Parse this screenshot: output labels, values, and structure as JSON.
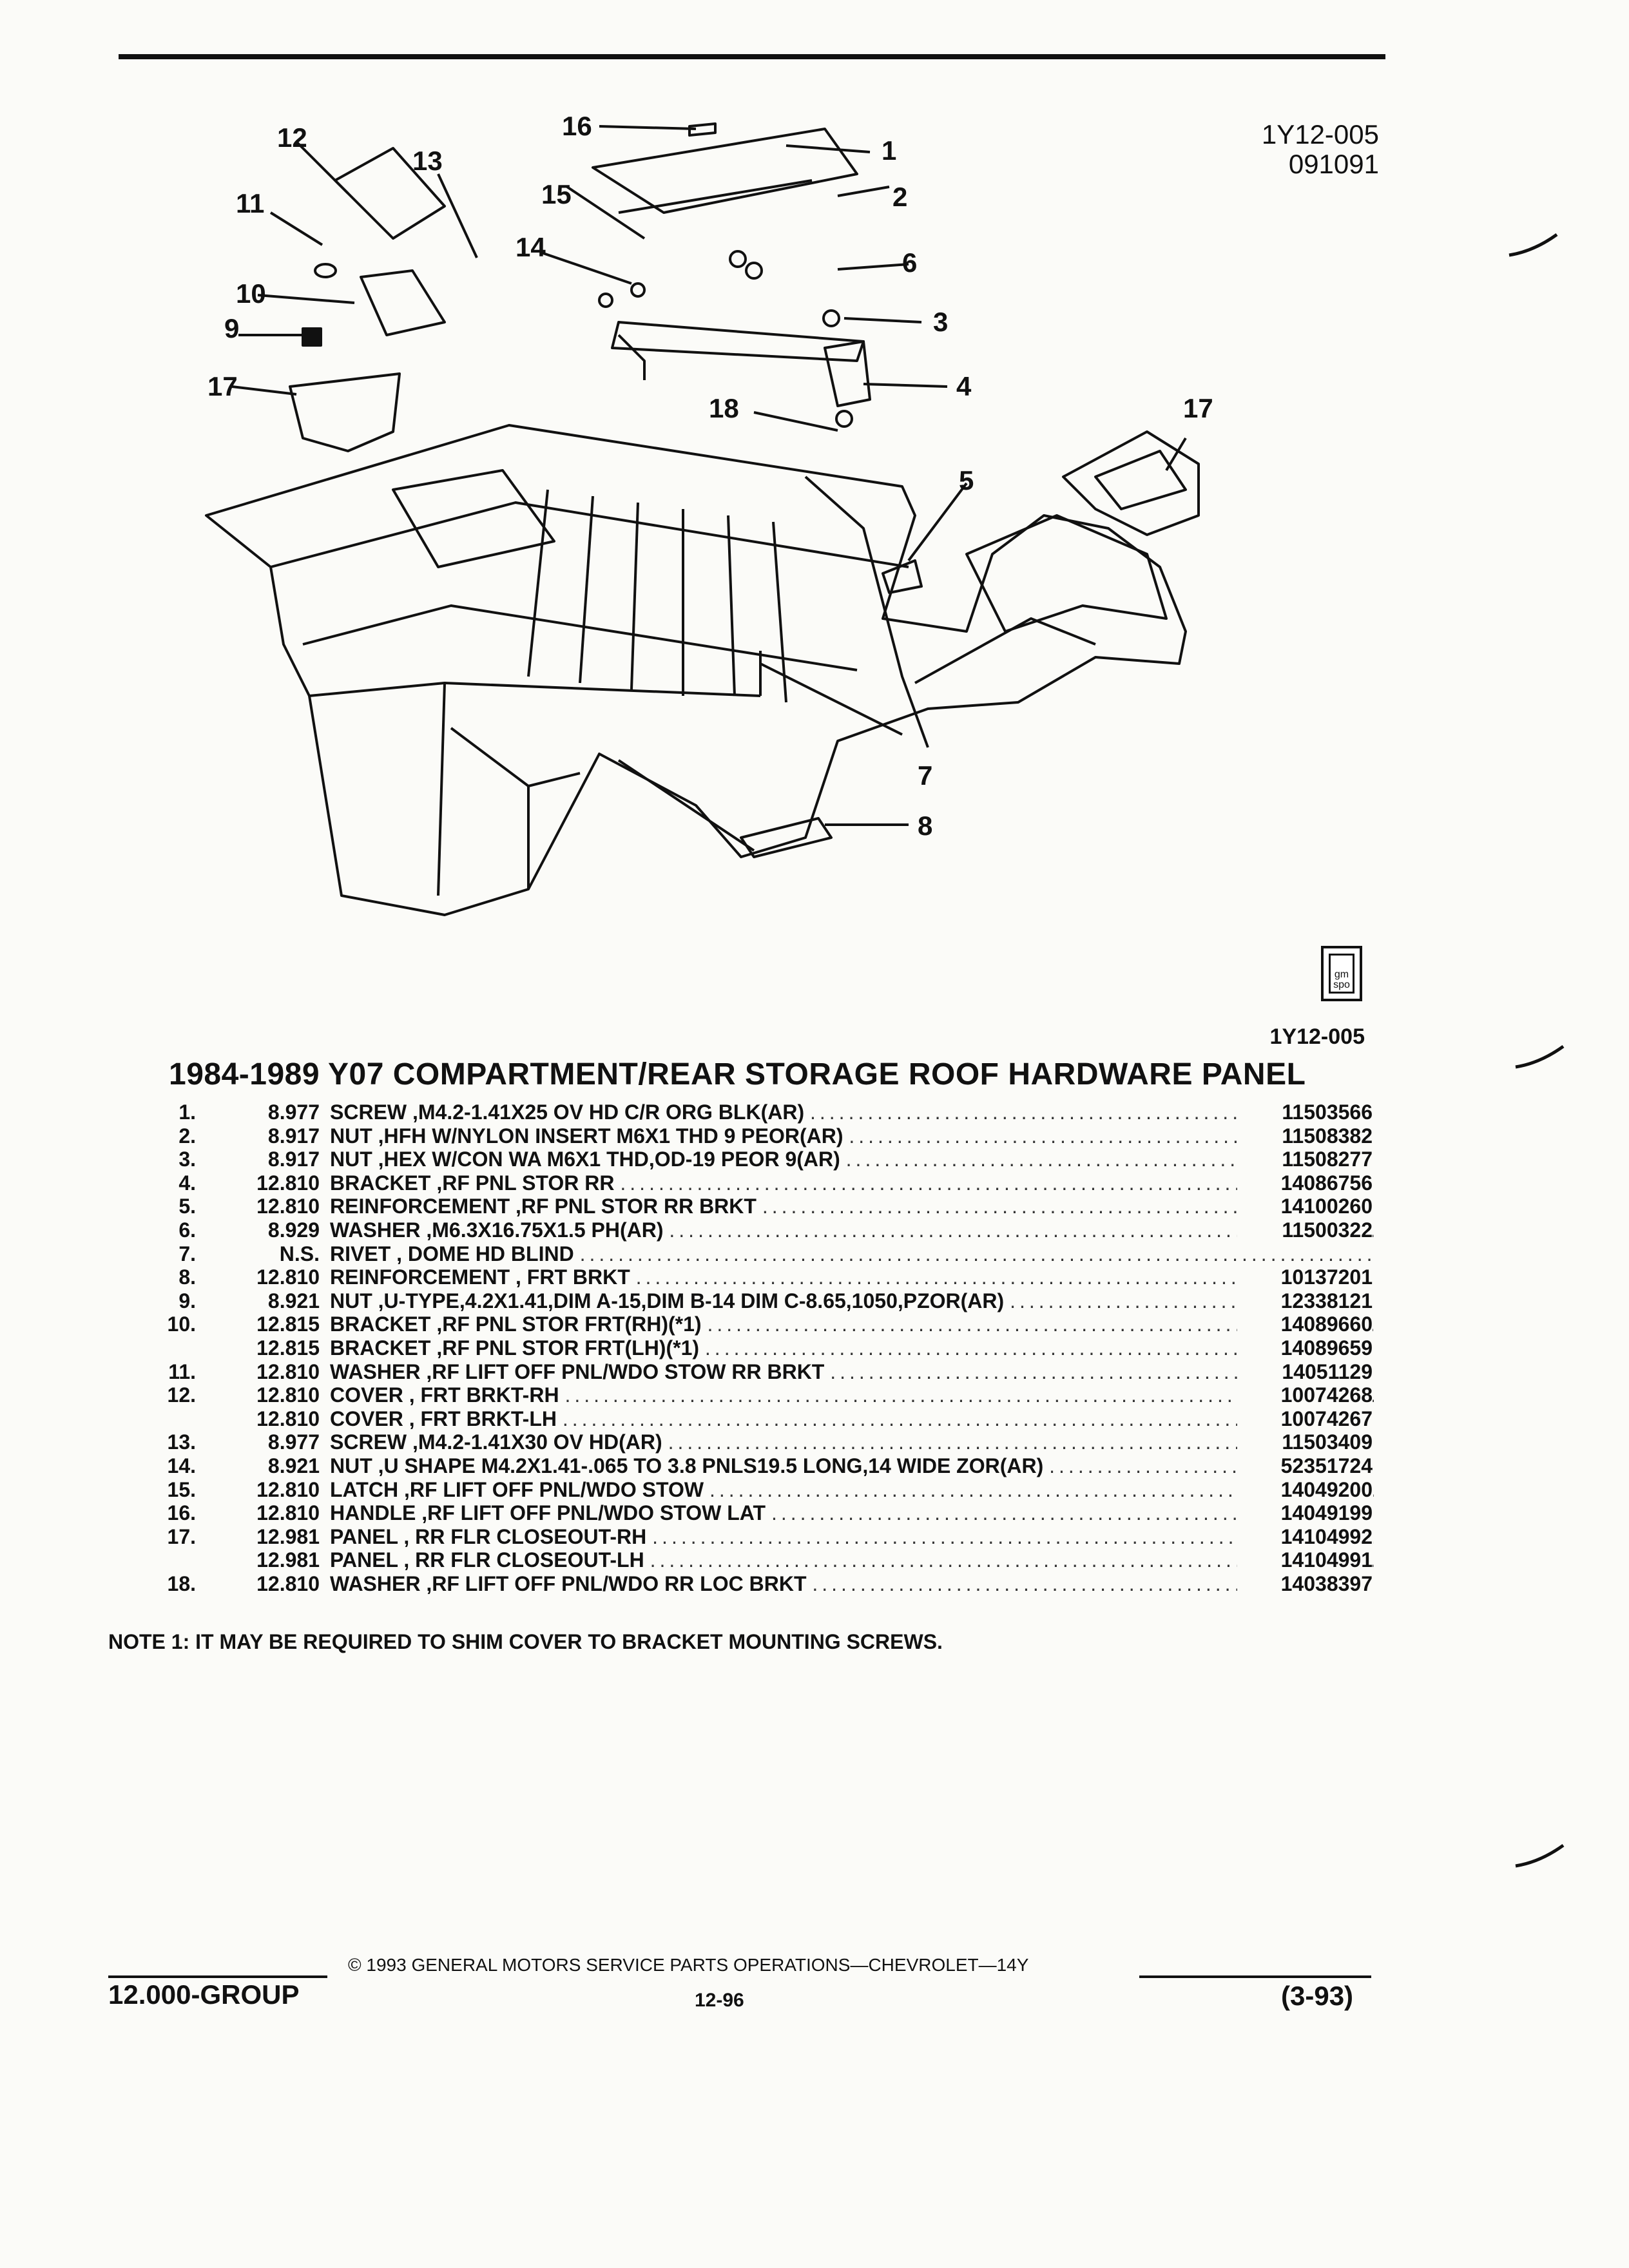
{
  "header": {
    "ref_line1": "1Y12-005",
    "ref_line2": "091091"
  },
  "diagram": {
    "callouts": [
      "16",
      "1",
      "2",
      "6",
      "3",
      "4",
      "18",
      "5",
      "7",
      "8",
      "17",
      "12",
      "13",
      "11",
      "10",
      "9",
      "15",
      "14"
    ],
    "figure_ref": "1Y12-005",
    "icon_text": "gm spo"
  },
  "title": "1984-1989 Y07 COMPARTMENT/REAR STORAGE ROOF HARDWARE PANEL",
  "parts": [
    {
      "num": "1.",
      "group": "8.977",
      "desc": "SCREW ,M4.2-1.41X25 OV HD C/R ORG BLK(AR)",
      "part": "11503566"
    },
    {
      "num": "2.",
      "group": "8.917",
      "desc": "NUT ,HFH W/NYLON INSERT M6X1 THD 9 PEOR(AR)",
      "part": "11508382"
    },
    {
      "num": "3.",
      "group": "8.917",
      "desc": "NUT ,HEX W/CON WA M6X1 THD,OD-19 PEOR 9(AR)",
      "part": "11508277"
    },
    {
      "num": "4.",
      "group": "12.810",
      "desc": "BRACKET ,RF PNL STOR RR",
      "part": "14086756"
    },
    {
      "num": "5.",
      "group": "12.810",
      "desc": "REINFORCEMENT ,RF PNL STOR RR BRKT",
      "part": "14100260"
    },
    {
      "num": "6.",
      "group": "8.929",
      "desc": "WASHER ,M6.3X16.75X1.5 PH(AR)",
      "part": "11500322"
    },
    {
      "num": "7.",
      "group": "N.S.",
      "desc": "RIVET , DOME HD BLIND",
      "part": ""
    },
    {
      "num": "8.",
      "group": "12.810",
      "desc": "REINFORCEMENT , FRT BRKT",
      "part": "10137201"
    },
    {
      "num": "9.",
      "group": "8.921",
      "desc": "NUT ,U-TYPE,4.2X1.41,DIM A-15,DIM B-14 DIM C-8.65,1050,PZOR(AR)",
      "part": "12338121"
    },
    {
      "num": "10.",
      "group": "12.815",
      "desc": "BRACKET ,RF PNL STOR FRT(RH)(*1)",
      "part": "14089660"
    },
    {
      "num": "",
      "group": "12.815",
      "desc": "BRACKET ,RF PNL STOR FRT(LH)(*1)",
      "part": "14089659"
    },
    {
      "num": "11.",
      "group": "12.810",
      "desc": "WASHER ,RF LIFT OFF PNL/WDO STOW RR BRKT",
      "part": "14051129"
    },
    {
      "num": "12.",
      "group": "12.810",
      "desc": "COVER , FRT BRKT-RH",
      "part": "10074268"
    },
    {
      "num": "",
      "group": "12.810",
      "desc": "COVER , FRT BRKT-LH",
      "part": "10074267"
    },
    {
      "num": "13.",
      "group": "8.977",
      "desc": "SCREW ,M4.2-1.41X30 OV HD(AR)",
      "part": "11503409"
    },
    {
      "num": "14.",
      "group": "8.921",
      "desc": "NUT ,U SHAPE M4.2X1.41-.065 TO 3.8 PNLS19.5 LONG,14 WIDE ZOR(AR)",
      "part": "52351724"
    },
    {
      "num": "15.",
      "group": "12.810",
      "desc": "LATCH ,RF LIFT OFF PNL/WDO STOW",
      "part": "14049200"
    },
    {
      "num": "16.",
      "group": "12.810",
      "desc": "HANDLE ,RF LIFT OFF PNL/WDO STOW LAT",
      "part": "14049199"
    },
    {
      "num": "17.",
      "group": "12.981",
      "desc": "PANEL , RR FLR CLOSEOUT-RH",
      "part": "14104992"
    },
    {
      "num": "",
      "group": "12.981",
      "desc": "PANEL , RR FLR CLOSEOUT-LH",
      "part": "14104991"
    },
    {
      "num": "18.",
      "group": "12.810",
      "desc": "WASHER ,RF LIFT OFF PNL/WDO RR LOC BRKT",
      "part": "14038397"
    }
  ],
  "note": "NOTE  1:  IT MAY BE REQUIRED TO SHIM COVER TO BRACKET MOUNTING SCREWS.",
  "footer": {
    "copyright": "© 1993 GENERAL MOTORS SERVICE PARTS OPERATIONS—CHEVROLET—14Y",
    "group": "12.000-GROUP",
    "page": "12-96",
    "revision": "(3-93)"
  }
}
